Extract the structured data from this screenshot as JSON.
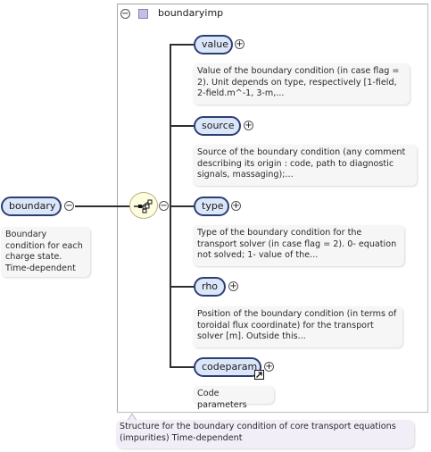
{
  "container": {
    "title": "boundaryimp",
    "collapse_glyph": "−",
    "doc": "Structure for the boundary condition of core transport equations (impurities) Time-dependent"
  },
  "root": {
    "label": "boundary",
    "doc": "Boundary condition for each charge state. Time-dependent",
    "collapse_glyph": "−"
  },
  "sequence": {
    "icon": "sequence-compositor-icon",
    "collapse_glyph": "−"
  },
  "children": [
    {
      "label": "value",
      "expand_glyph": "+",
      "doc": "Value of the boundary condition (in case flag = 2). Unit depends on type, respectively [1-field, 2-field.m^-1, 3-m,..."
    },
    {
      "label": "source",
      "expand_glyph": "+",
      "doc": "Source of the boundary condition (any comment describing its origin : code, path to diagnostic signals, massaging);..."
    },
    {
      "label": "type",
      "expand_glyph": "+",
      "doc": "Type of the boundary condition for the transport solver (in case flag = 2). 0- equation not solved; 1- value of the..."
    },
    {
      "label": "rho",
      "expand_glyph": "+",
      "doc": "Position of the boundary condition (in terms of toroidal flux coordinate) for the transport solver [m]. Outside this..."
    },
    {
      "label": "codeparam",
      "expand_glyph": "+",
      "doc": "Code parameters"
    }
  ],
  "colors": {
    "element_fill": "#dbe7f9",
    "element_border": "#2d3e73",
    "container_doc_fill": "#f2eef8",
    "type_icon": "#c9bde6"
  }
}
